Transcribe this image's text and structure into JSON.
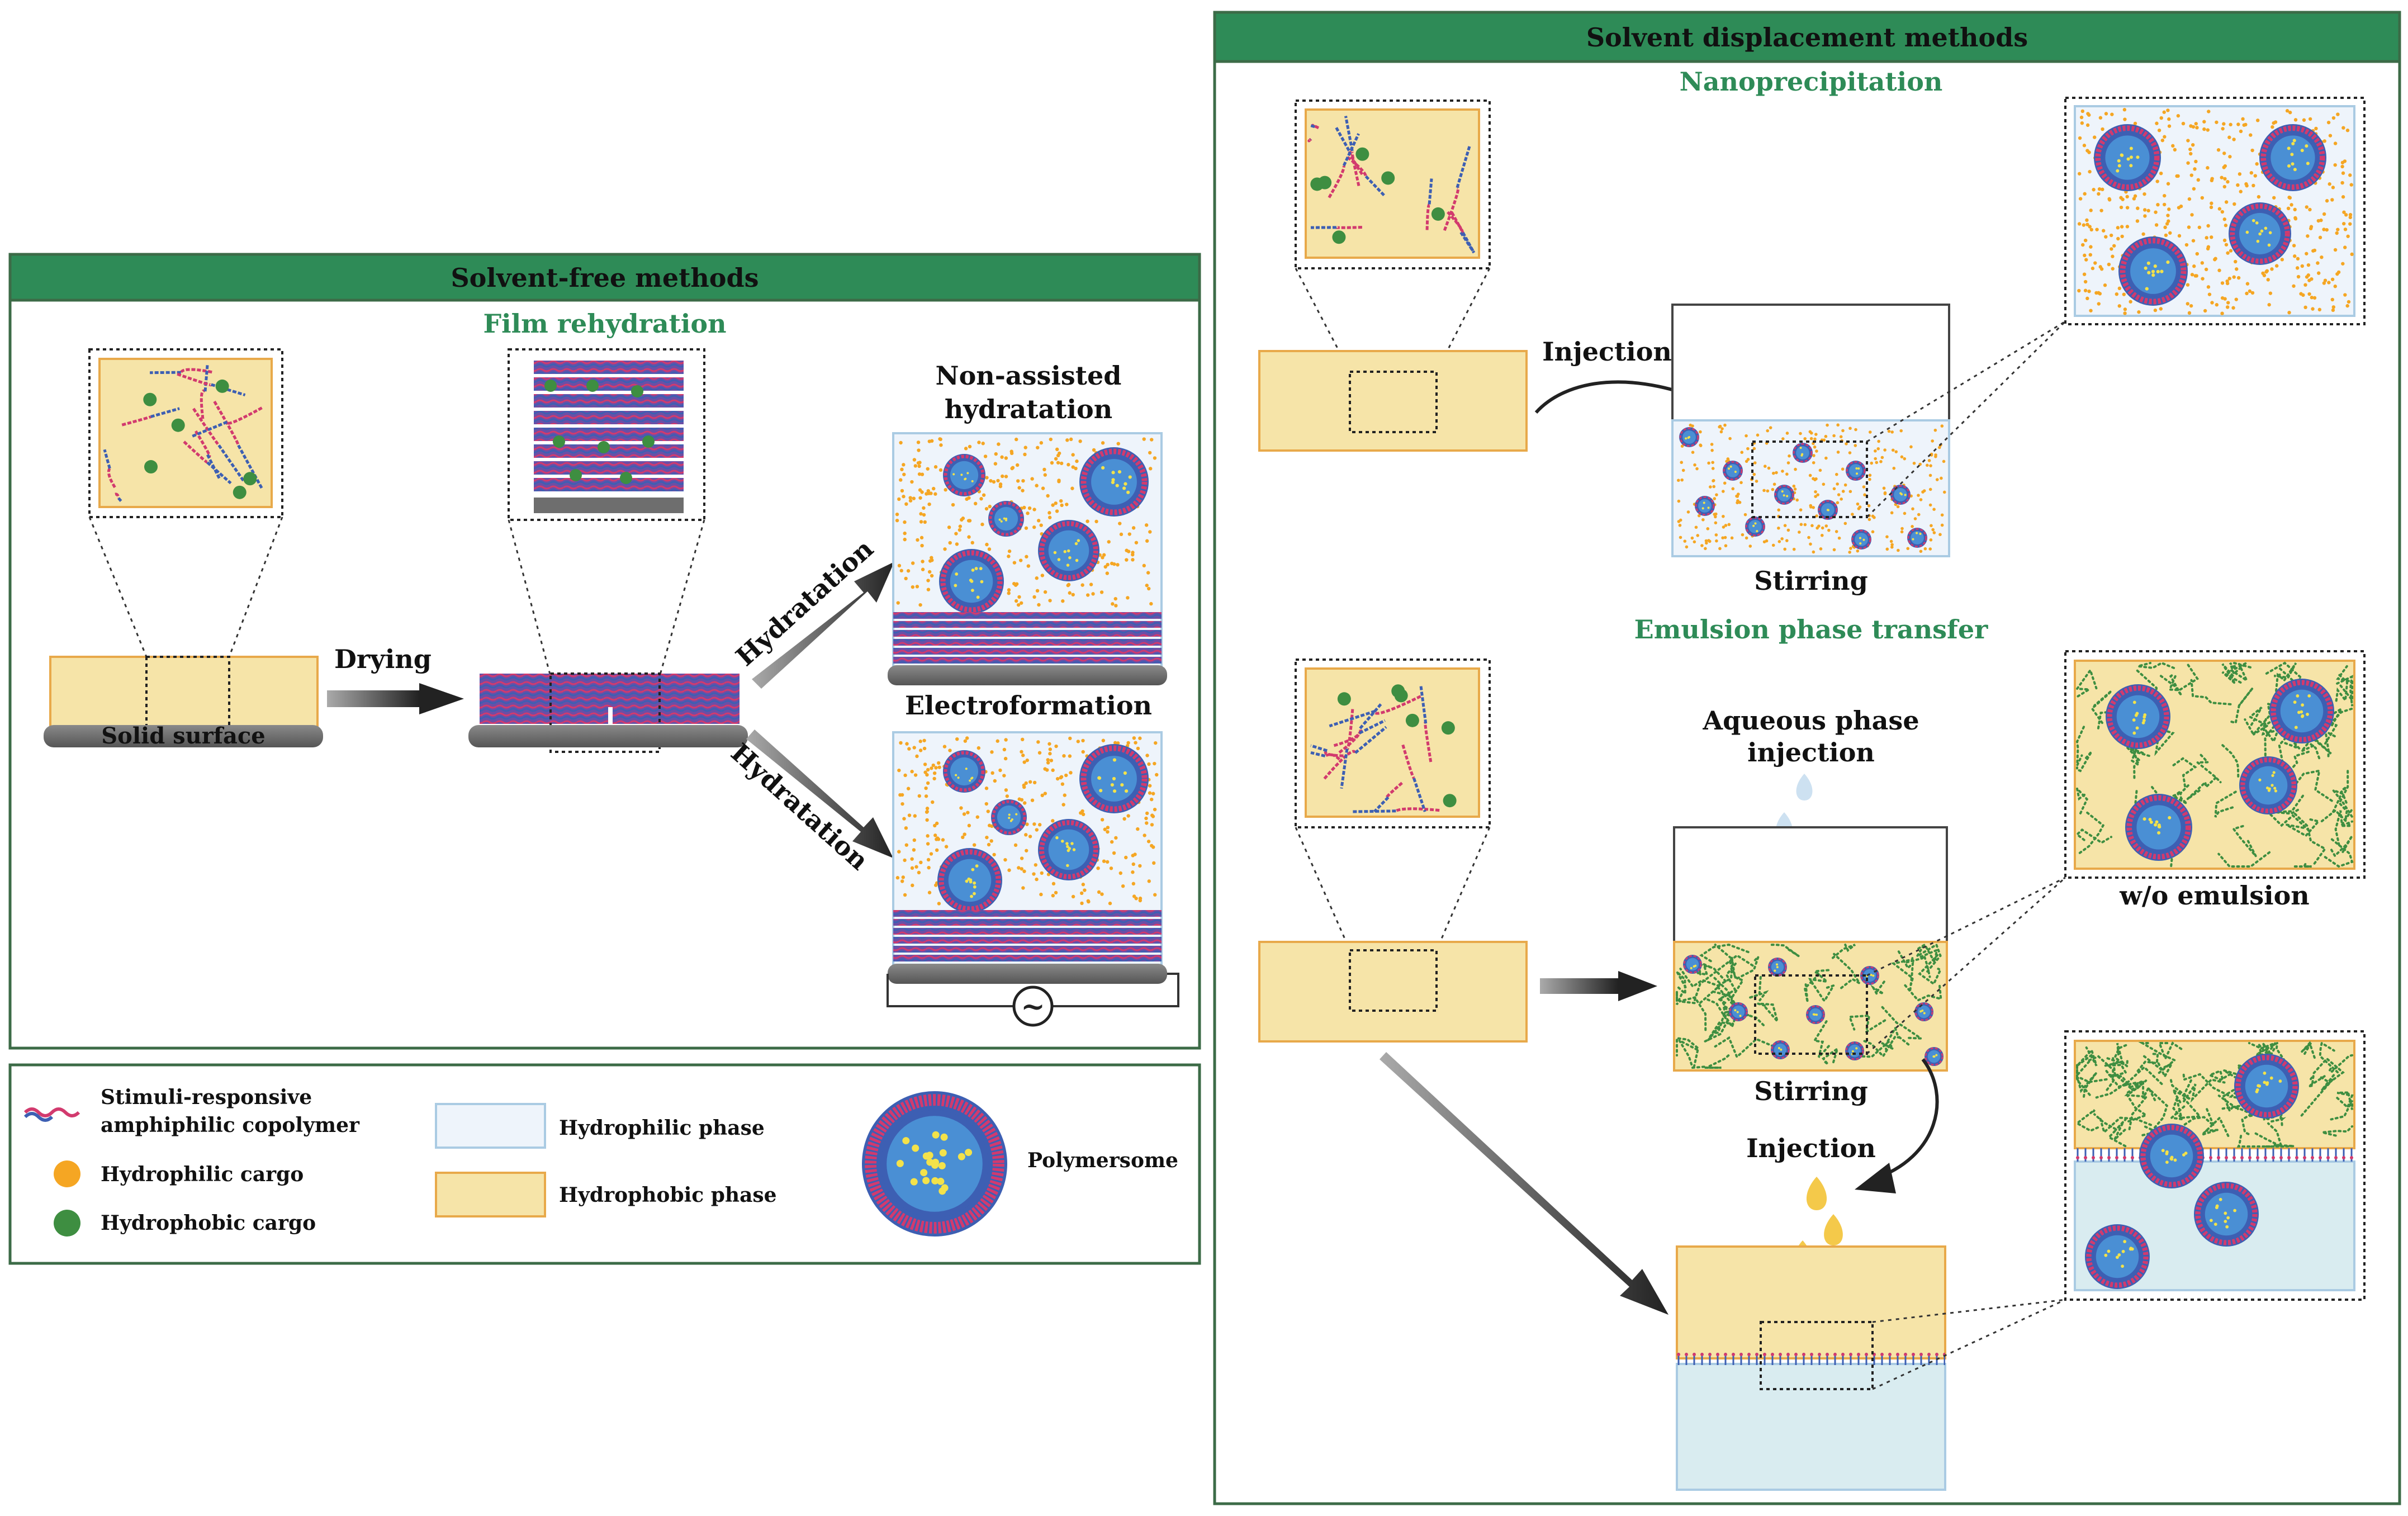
{
  "left_panel": {
    "header": "Solvent-free methods",
    "subtitle": "Film rehydration",
    "labels": {
      "solid_surface": "Solid surface",
      "drying": "Drying",
      "hydratation_up": "Hydratation",
      "hydratation_down": "Hydratation",
      "non_assisted_1": "Non-assisted",
      "non_assisted_2": "hydratation",
      "electroformation": "Electroformation",
      "ac_symbol": "~"
    }
  },
  "right_panel": {
    "header": "Solvent displacement methods",
    "nanoprecipitation": {
      "subtitle": "Nanoprecipitation",
      "injection": "Injection",
      "stirring": "Stirring"
    },
    "emulsion": {
      "subtitle": "Emulsion phase transfer",
      "aqueous_1": "Aqueous phase",
      "aqueous_2": "injection",
      "stirring": "Stirring",
      "injection": "Injection",
      "wo_emulsion": "w/o emulsion"
    }
  },
  "legend": {
    "copolymer_1": "Stimuli-responsive",
    "copolymer_2": "amphiphilic copolymer",
    "hydrophilic_cargo": "Hydrophilic cargo",
    "hydrophobic_cargo": "Hydrophobic cargo",
    "hydrophilic_phase": "Hydrophilic phase",
    "hydrophobic_phase": "Hydrophobic phase",
    "polymersome": "Polymersome"
  },
  "colors": {
    "header_green": "#2e8b57",
    "frame_green": "#3c6b47",
    "hydrophobic": "#f6e4a8",
    "hydrophilic": "#eef4fb",
    "aqueous": "#d9ecf0",
    "core_blue": "#4a8fd4",
    "membrane_red": "#d23a6e",
    "membrane_blue": "#3d5fb3",
    "cargo_orange": "#f5a623",
    "cargo_green": "#3e8e41",
    "surface_gray": "#666666"
  },
  "icons": [
    "arrow-icon",
    "polymersome-icon",
    "droplet-icon",
    "ac-source-icon",
    "copolymer-icon"
  ]
}
